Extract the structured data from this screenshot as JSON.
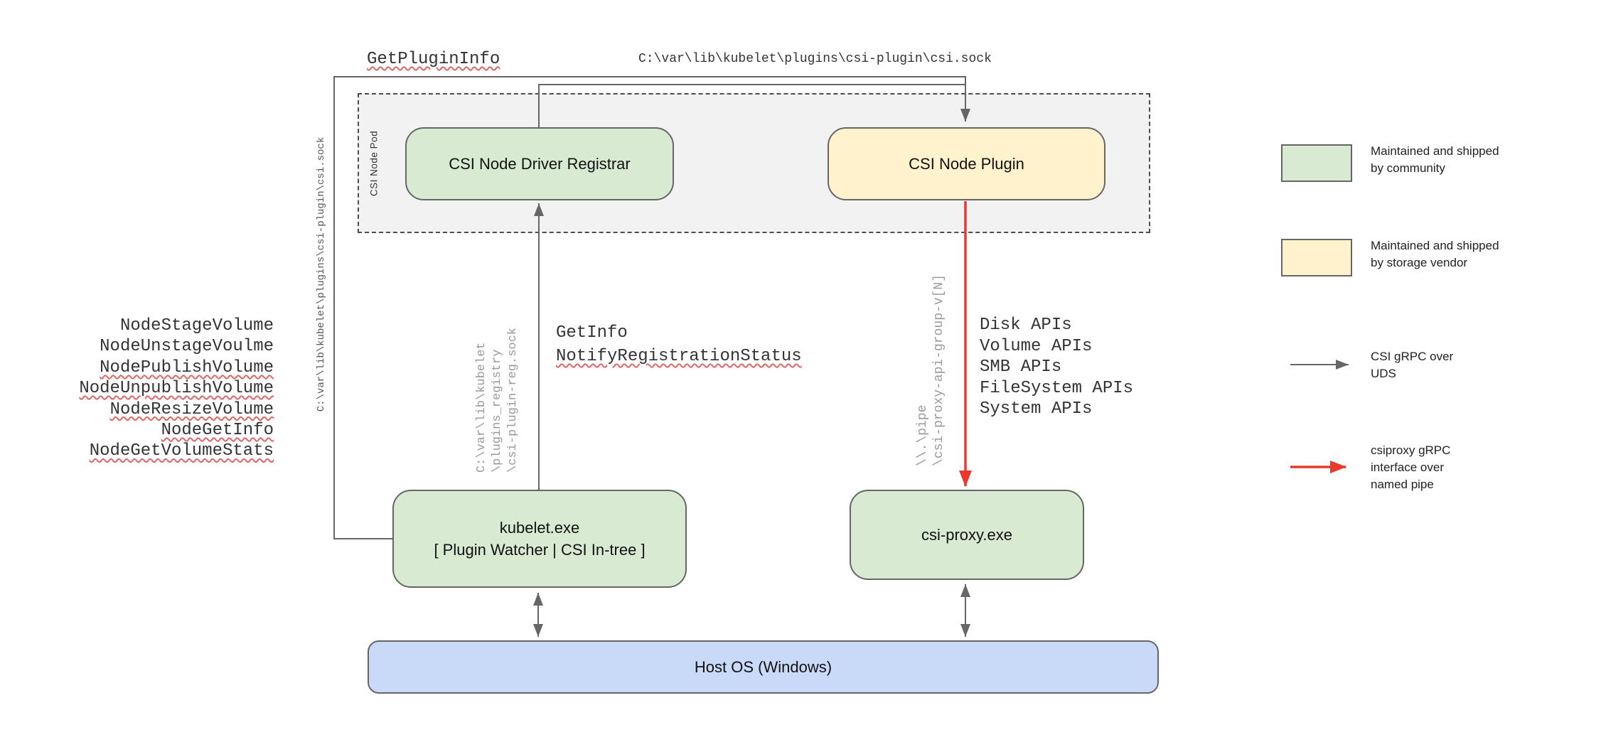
{
  "boxes": {
    "pod_label": "CSI Node Pod",
    "registrar": "CSI Node Driver Registrar",
    "plugin": "CSI Node Plugin",
    "kubelet_line1": "kubelet.exe",
    "kubelet_line2": "[ Plugin Watcher | CSI In-tree ]",
    "csi_proxy": "csi-proxy.exe",
    "host_os": "Host OS (Windows)"
  },
  "paths": {
    "top_socket": "C:\\var\\lib\\kubelet\\plugins\\csi-plugin\\csi.sock",
    "left_socket": "C:\\var\\lib\\kubelet\\plugins\\csi-plugin\\csi.sock",
    "registry_socket": "C:\\var\\lib\\kubelet\n\\plugins_registry\n\\csi-plugin-reg.sock",
    "named_pipe": "\\\\.\\pipe\n\\csi-proxy-api-group-v[N]"
  },
  "calls": {
    "get_plugin_info": "GetPluginInfo",
    "get_info": "GetInfo",
    "notify_registration_status": "NotifyRegistrationStatus",
    "node_calls": [
      "NodeStageVolume",
      "NodeUnstageVoulme",
      "NodePublishVolume",
      "NodeUnpublishVolume",
      "NodeResizeVolume",
      "NodeGetInfo",
      "NodeGetVolumeStats"
    ],
    "api_groups": [
      "Disk APIs",
      "Volume APIs",
      "SMB APIs",
      "FileSystem APIs",
      "System APIs"
    ]
  },
  "legend": {
    "community": "Maintained and shipped\nby community",
    "vendor": "Maintained and shipped\nby storage vendor",
    "uds_arrow": "CSI gRPC over\nUDS",
    "pipe_arrow": "csiproxy gRPC\ninterface over\nnamed pipe"
  },
  "colors": {
    "community_fill": "#d9ead3",
    "vendor_fill": "#fff2cc",
    "host_fill": "#c9daf8",
    "pod_fill": "#f2f2f2",
    "line_gray": "#666666",
    "arrow_red": "#e8392b",
    "squiggle_red": "#e06666"
  }
}
